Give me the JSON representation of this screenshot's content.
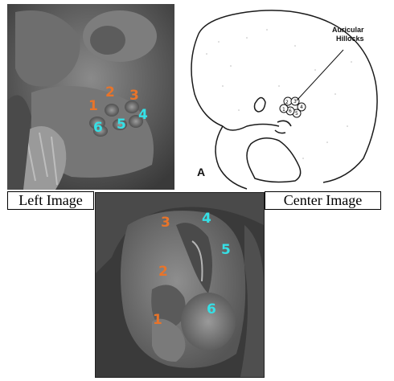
{
  "left_image": {
    "caption": "Left Image",
    "hillock_numbers": [
      "1",
      "2",
      "3",
      "4",
      "5",
      "6"
    ]
  },
  "center_image": {
    "caption": "Center Image",
    "annotation_line1": "Auricular",
    "annotation_line2": "Hillocks",
    "panel_letter": "A",
    "hillock_numbers": [
      "1",
      "2",
      "3",
      "4",
      "5",
      "6"
    ]
  },
  "bottom_image": {
    "hillock_numbers": [
      "1",
      "2",
      "3",
      "4",
      "5",
      "6"
    ]
  },
  "colors": {
    "orange_label": "#e8742a",
    "cyan_label": "#35e0e6"
  }
}
